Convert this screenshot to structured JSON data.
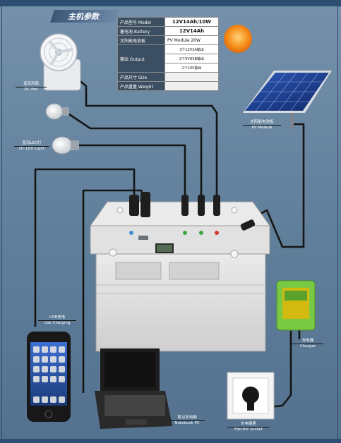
{
  "header": {
    "title": "主机参数"
  },
  "spec_table": {
    "rows": [
      {
        "key": "产品型号 Model",
        "value": "12V14Ah/10W"
      },
      {
        "key": "蓄电池 Battery",
        "value": "12V14Ah"
      },
      {
        "key": "太阳能电池板",
        "value": "PV Module  20W"
      },
      {
        "key": "输出 Output",
        "subvalues": [
          "3个12V1A输出",
          "2个5VUSB输出",
          "1个19V输出"
        ]
      },
      {
        "key": "产品尺寸 Size",
        "value": ""
      },
      {
        "key": "产品重量 Weight",
        "value": ""
      }
    ]
  },
  "labels": {
    "fan": {
      "cn": "直流风扇",
      "en": "DC Fan"
    },
    "led": {
      "cn": "直流LED灯",
      "en": "DC LED Light"
    },
    "pv": {
      "cn": "太阳能电池板",
      "en": "PV Module"
    },
    "usb": {
      "cn": "USB充电",
      "en": "Usb Charging"
    },
    "charger": {
      "cn": "充电器",
      "en": "Charger"
    },
    "notebook": {
      "cn": "笔记本电脑",
      "en": "Notebook PC"
    },
    "socket": {
      "cn": "市电插座",
      "en": "Electric socket"
    }
  },
  "colors": {
    "background": "#6f8ea8",
    "table_header": "#3c4f62",
    "charger": "#7ac943",
    "sun": "#f7931e",
    "solar_cell": "#1c3b86",
    "cable": "#151515"
  }
}
